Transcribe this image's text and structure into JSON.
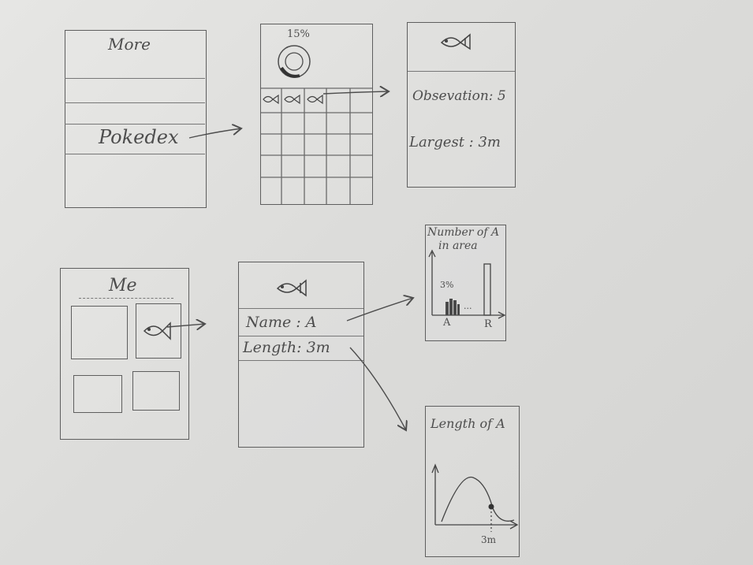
{
  "screens": {
    "more": {
      "title": "More",
      "pokedex_label": "Pokedex"
    },
    "pokedex": {
      "progress": "15%"
    },
    "species": {
      "observation": "Obsevation: 5",
      "largest": "Largest : 3m"
    },
    "me": {
      "title": "Me"
    },
    "detail": {
      "name": "Name :  A",
      "length": "Length:  3m"
    },
    "area_chart": {
      "title_line1": "Number of A",
      "title_line2": "in area",
      "percent": "3%",
      "ellipsis": "...",
      "label_a": "A",
      "label_r": "R"
    },
    "length_chart": {
      "title": "Length of A",
      "x_label": "3m"
    }
  },
  "colors": {
    "pencil": "#4d4d4d",
    "paper": "#dedede"
  },
  "icons": [
    "fish-icon"
  ]
}
